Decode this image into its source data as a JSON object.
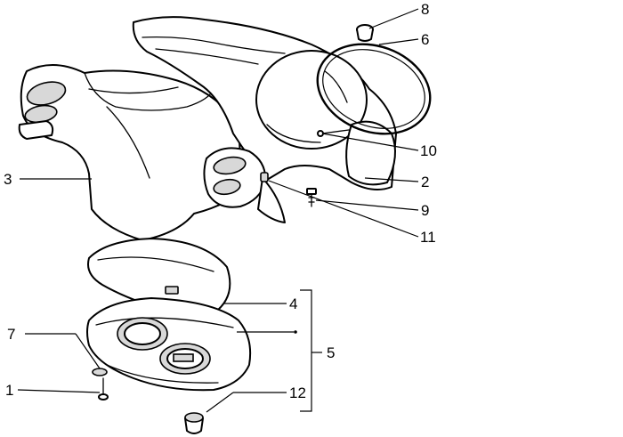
{
  "callouts": {
    "n1": "1",
    "n2": "2",
    "n3": "3",
    "n4": "4",
    "n5": "5",
    "n6": "6",
    "n7": "7",
    "n8": "8",
    "n9": "9",
    "n10": "10",
    "n11": "11",
    "n12": "12"
  }
}
